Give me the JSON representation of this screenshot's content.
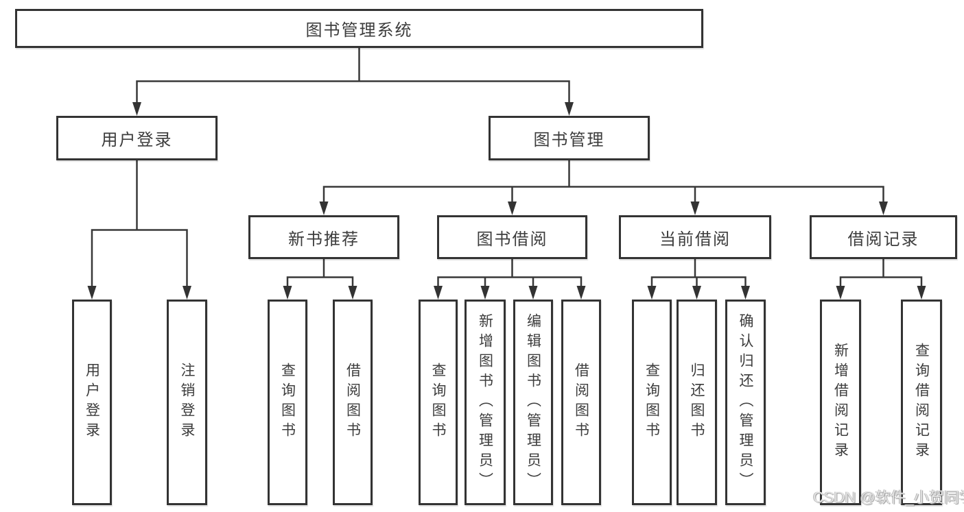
{
  "watermark": "CSDN @软件_小贺同学",
  "colors": {
    "line": "#333333",
    "text": "#3c3c3c",
    "background": "#ffffff",
    "watermark": "#e4e4e4"
  },
  "tree": {
    "label": "图书管理系统",
    "children": [
      {
        "label": "用户登录",
        "children": [
          {
            "label": "用户登录"
          },
          {
            "label": "注销登录"
          }
        ]
      },
      {
        "label": "图书管理",
        "children": [
          {
            "label": "新书推荐",
            "children": [
              {
                "label": "查询图书"
              },
              {
                "label": "借阅图书"
              }
            ]
          },
          {
            "label": "图书借阅",
            "children": [
              {
                "label": "查询图书"
              },
              {
                "label": "新增图书（管理员）"
              },
              {
                "label": "编辑图书（管理员）"
              },
              {
                "label": "借阅图书"
              }
            ]
          },
          {
            "label": "当前借阅",
            "children": [
              {
                "label": "查询图书"
              },
              {
                "label": "归还图书"
              },
              {
                "label": "确认归还（管理员）"
              }
            ]
          },
          {
            "label": "借阅记录",
            "children": [
              {
                "label": "新增借阅记录"
              },
              {
                "label": "查询借阅记录"
              }
            ]
          }
        ]
      }
    ]
  }
}
